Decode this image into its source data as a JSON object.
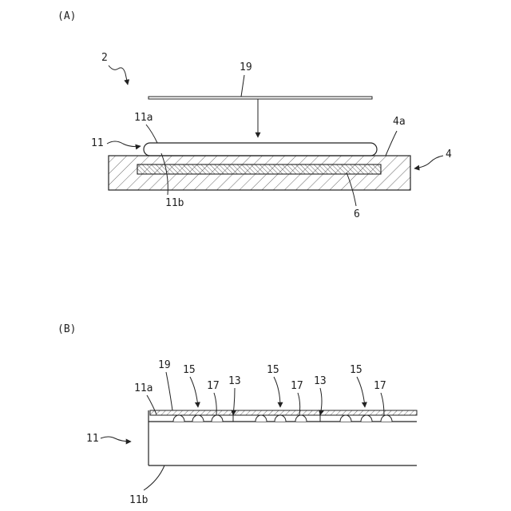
{
  "figure_a": {
    "panel_label": "(A)",
    "ref_2": "2",
    "ref_19": "19",
    "ref_11a": "11a",
    "ref_11": "11",
    "ref_4a": "4a",
    "ref_4": "4",
    "ref_11b": "11b",
    "ref_6": "6"
  },
  "figure_b": {
    "panel_label": "(B)",
    "ref_19": "19",
    "ref_11a": "11a",
    "ref_15": [
      "15",
      "15",
      "15"
    ],
    "ref_17": [
      "17",
      "17",
      "17"
    ],
    "ref_13": [
      "13",
      "13"
    ],
    "ref_11": "11",
    "ref_11b": "11b"
  }
}
